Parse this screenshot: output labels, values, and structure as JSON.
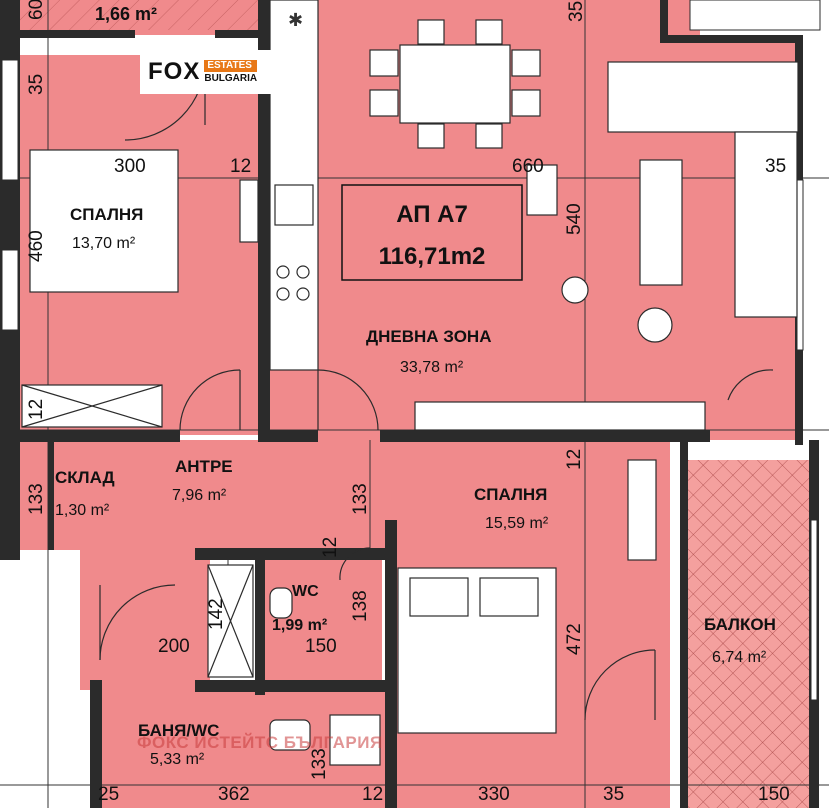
{
  "apartment": {
    "name": "АП А7",
    "total_area": "116,71m2"
  },
  "brand": {
    "logo_text": "FOX",
    "logo_sub1": "ESTATES",
    "logo_sub2": "BULGARIA",
    "watermark": "ФОКС ИСТЕЙТС БЪЛГАРИЯ"
  },
  "rooms": {
    "top_terrace_area": "1,66 m²",
    "bedroom1_name": "СПАЛНЯ",
    "bedroom1_area": "13,70 m²",
    "living_name": "ДНЕВНА ЗОНА",
    "living_area": "33,78 m²",
    "hall_name": "АНТРЕ",
    "hall_area": "7,96 m²",
    "storage_name": "СКЛАД",
    "storage_area": "1,30 m²",
    "bedroom2_name": "СПАЛНЯ",
    "bedroom2_area": "15,59 m²",
    "wc_name": "WC",
    "wc_area": "1,99 m²",
    "balcony_name": "БАЛКОН",
    "balcony_area": "6,74 m²",
    "bath_name": "БАНЯ/WC",
    "bath_area": "5,33 m²"
  },
  "dimensions": {
    "d_35_top": "35",
    "d_60": "60",
    "d_35_left": "35",
    "d_300": "300",
    "d_12_a": "12",
    "d_660": "660",
    "d_35_right": "35",
    "d_540": "540",
    "d_460": "460",
    "d_12_b": "12",
    "d_12_c": "12",
    "d_133_a": "133",
    "d_133_b": "133",
    "d_12_d": "12",
    "d_142": "142",
    "d_138": "138",
    "d_472": "472",
    "d_200": "200",
    "d_150_a": "150",
    "d_133_c": "133",
    "d_25": "25",
    "d_362": "362",
    "d_12_e": "12",
    "d_330": "330",
    "d_35_bottom": "35",
    "d_150_b": "150"
  },
  "colors": {
    "room_fill": "#f08a8c",
    "wall": "#2b2b2b",
    "balcony_fill": "#f4a09e",
    "accent_orange": "#e87817"
  }
}
